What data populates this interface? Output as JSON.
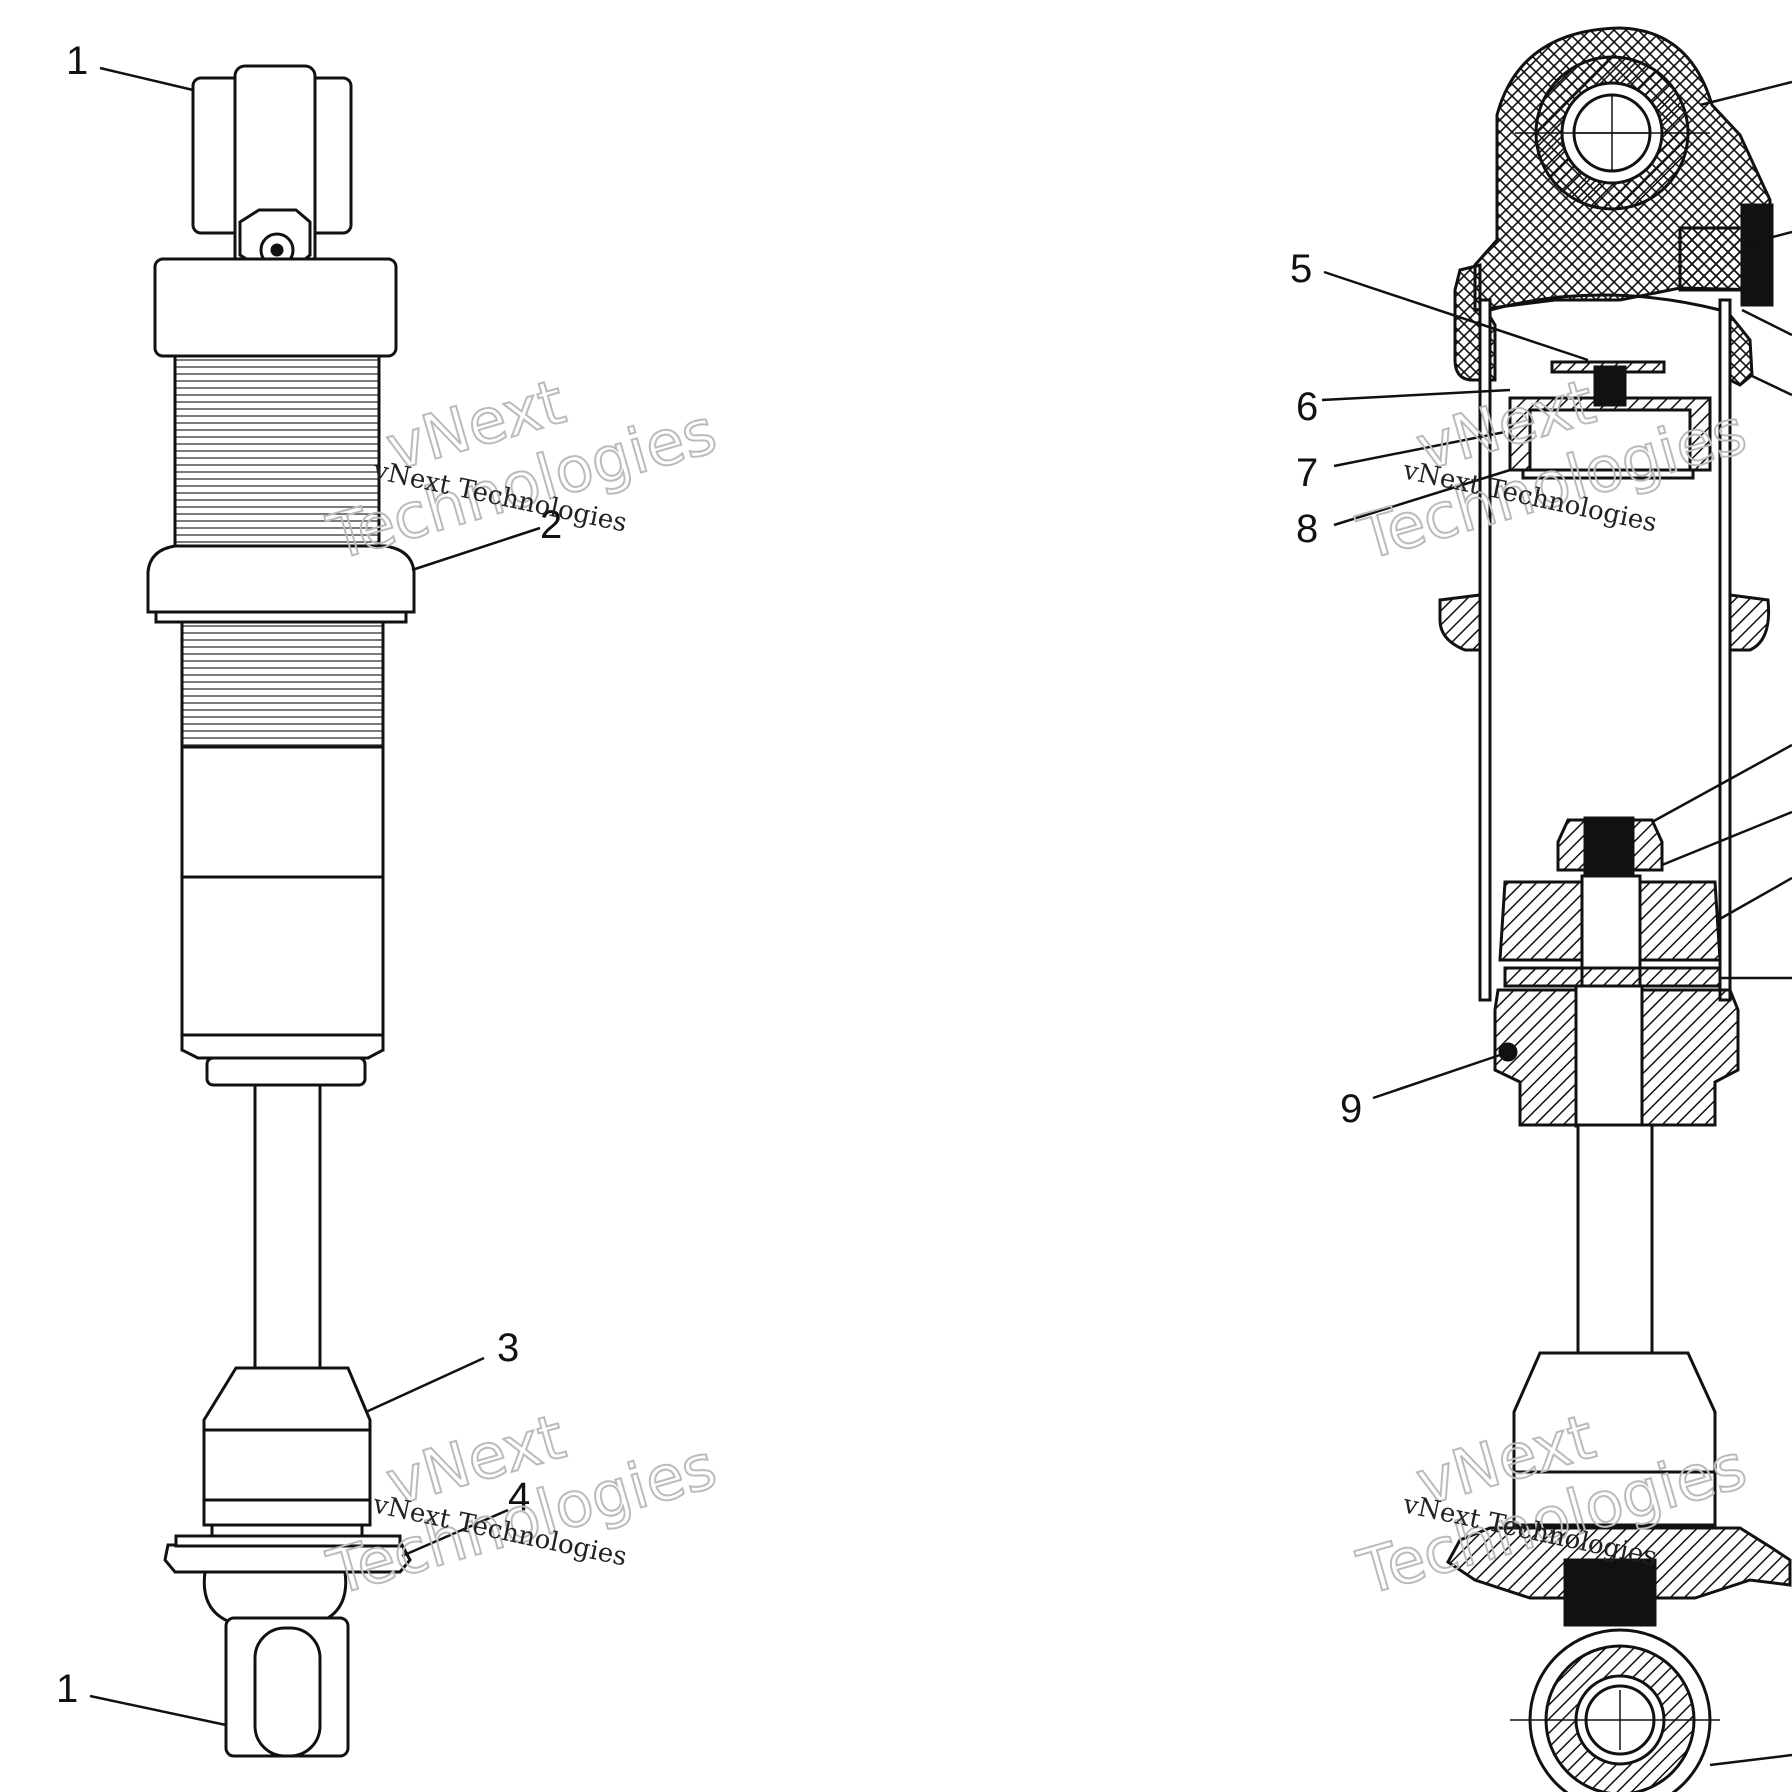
{
  "callouts": {
    "left_top_1": "1",
    "left_2": "2",
    "left_3": "3",
    "left_4": "4",
    "left_bottom_1": "1",
    "right_5": "5",
    "right_6": "6",
    "right_7": "7",
    "right_8": "8",
    "right_9": "9"
  },
  "watermark": {
    "large_line1": "vNext",
    "large_line2": "Technologies",
    "small": "vNext Technologies"
  }
}
